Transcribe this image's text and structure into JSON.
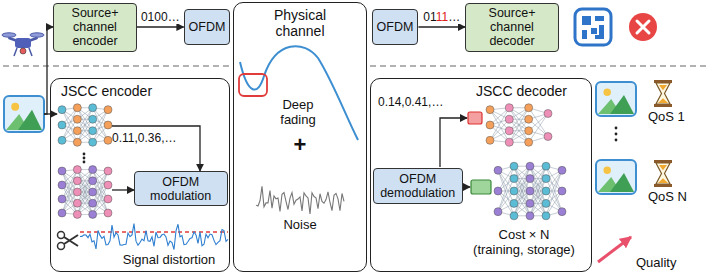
{
  "diagram": {
    "nodes": [
      {
        "text": [
          "Source+ channel encoder"
        ]
      },
      {
        "text": [
          "OFDM"
        ]
      },
      {
        "text": [
          "Physical channel"
        ]
      },
      {
        "text": [
          "OFDM"
        ]
      },
      {
        "text": [
          "Source+ channel decoder"
        ]
      },
      {
        "text": [
          "JSCC encoder"
        ]
      },
      {
        "text": [
          "OFDM modulation"
        ],
        "in": 5
      },
      {
        "text": [
          "JSCC decoder"
        ]
      },
      {
        "text": [
          "OFDM demodulation"
        ],
        "in": 7
      }
    ],
    "edges": [
      {
        "from": 0,
        "to": 1,
        "arrow": "to",
        "label": "0100…"
      },
      {
        "from": 3,
        "to": 4,
        "arrow": "to",
        "label": "0111…"
      }
    ],
    "labels": [
      "0.11,0.36,…",
      "Signal distortion",
      "Deep fading",
      "+",
      "Noise",
      "0.14,0.41,…",
      "Cost × N (training, storage)",
      "QoS 1",
      "QoS N",
      "Quality"
    ]
  }
}
